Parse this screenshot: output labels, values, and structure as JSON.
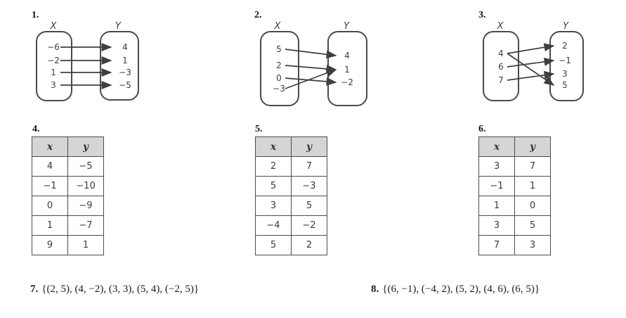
{
  "colors": {
    "table_header_gray": "#d5d5d5",
    "line_dark_gray": "#3f3f3f",
    "border_gray": "#4c4c4c"
  },
  "diagrams": [
    {
      "number": "1.",
      "x_title": "X",
      "y_title": "Y",
      "x_values": [
        "−6",
        "−2",
        "1",
        "3"
      ],
      "y_values": [
        "4",
        "1",
        "−3",
        "−5"
      ],
      "arrows": [
        [
          0,
          0
        ],
        [
          1,
          1
        ],
        [
          2,
          2
        ],
        [
          3,
          3
        ]
      ]
    },
    {
      "number": "2.",
      "x_title": "X",
      "y_title": "Y",
      "x_values": [
        "5",
        "2",
        "0",
        "−3"
      ],
      "y_values": [
        "4",
        "1",
        "−2"
      ],
      "arrows": [
        [
          0,
          0
        ],
        [
          1,
          1
        ],
        [
          2,
          2
        ],
        [
          3,
          1
        ]
      ]
    },
    {
      "number": "3.",
      "x_title": "X",
      "y_title": "Y",
      "x_values": [
        "4",
        "6",
        "7"
      ],
      "y_values": [
        "2",
        "−1",
        "3",
        "5"
      ],
      "arrows": [
        [
          0,
          0
        ],
        [
          1,
          1
        ],
        [
          2,
          2
        ],
        [
          0,
          3
        ]
      ]
    }
  ],
  "tables": [
    {
      "number": "4.",
      "headers": [
        "x",
        "y"
      ],
      "rows": [
        [
          "4",
          "−5"
        ],
        [
          "−1",
          "−10"
        ],
        [
          "0",
          "−9"
        ],
        [
          "1",
          "−7"
        ],
        [
          "9",
          "1"
        ]
      ]
    },
    {
      "number": "5.",
      "headers": [
        "x",
        "y"
      ],
      "rows": [
        [
          "2",
          "7"
        ],
        [
          "5",
          "−3"
        ],
        [
          "3",
          "5"
        ],
        [
          "−4",
          "−2"
        ],
        [
          "5",
          "2"
        ]
      ]
    },
    {
      "number": "6.",
      "headers": [
        "x",
        "y"
      ],
      "rows": [
        [
          "3",
          "7"
        ],
        [
          "−1",
          "1"
        ],
        [
          "1",
          "0"
        ],
        [
          "3",
          "5"
        ],
        [
          "7",
          "3"
        ]
      ]
    }
  ],
  "sets": [
    {
      "number": "7.",
      "text": "{(2, 5), (4, −2), (3, 3), (5, 4), (−2, 5)}"
    },
    {
      "number": "8.",
      "text": "{(6, −1), (−4, 2), (5, 2), (4, 6), (6, 5)}"
    }
  ]
}
